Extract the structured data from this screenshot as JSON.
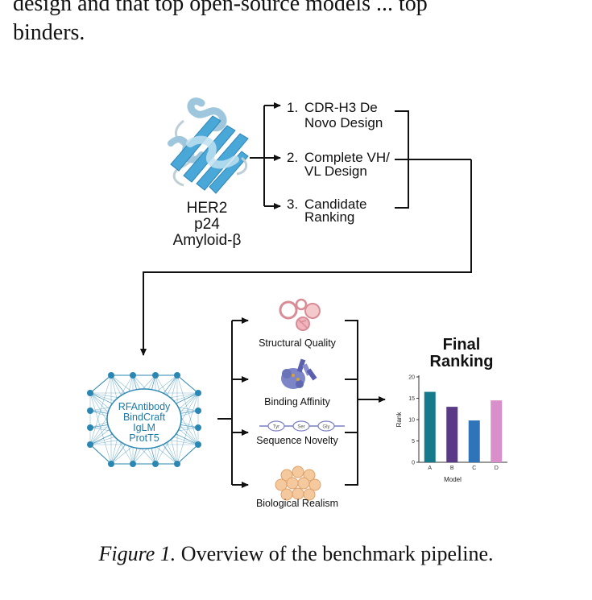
{
  "paper": {
    "top_line_1": "design and that top open-source models ... top",
    "top_line_2": "binders.",
    "caption_label": "Figure 1.",
    "caption_text": "Overview of the benchmark pipeline."
  },
  "figure": {
    "targets": [
      "HER2",
      "p24",
      "Amyloid-β"
    ],
    "tasks": [
      {
        "num": "1.",
        "line1": "CDR-H3 De",
        "line2": "Novo Design"
      },
      {
        "num": "2.",
        "line1": "Complete VH/",
        "line2": "VL Design"
      },
      {
        "num": "3.",
        "line1": "Candidate",
        "line2": "Ranking"
      }
    ],
    "models": [
      "RFAntibody",
      "BindCraft",
      "IgLM",
      "ProtT5"
    ],
    "metrics": [
      "Structural Quality",
      "Binding Affinity",
      "Sequence Novelty",
      "Biological Realism"
    ],
    "sequence_tokens": [
      "Tyr",
      "Ser",
      "Gly"
    ],
    "final_title_1": "Final",
    "final_title_2": "Ranking",
    "colors": {
      "protein": "#4aa8d8",
      "network": "#2a86b2",
      "network_text": "#1e78a6",
      "arrow": "#111111"
    }
  },
  "chart_data": {
    "type": "bar",
    "categories": [
      "A",
      "B",
      "C",
      "D"
    ],
    "values": [
      16.5,
      13,
      9.8,
      14.5
    ],
    "colors": [
      "#157a8c",
      "#5a3a86",
      "#2f74b8",
      "#d98fc9"
    ],
    "xlabel": "Model",
    "ylabel": "Rank",
    "ylim": [
      0,
      20
    ],
    "yticks": [
      0,
      5,
      10,
      15,
      20
    ],
    "grid": false
  }
}
